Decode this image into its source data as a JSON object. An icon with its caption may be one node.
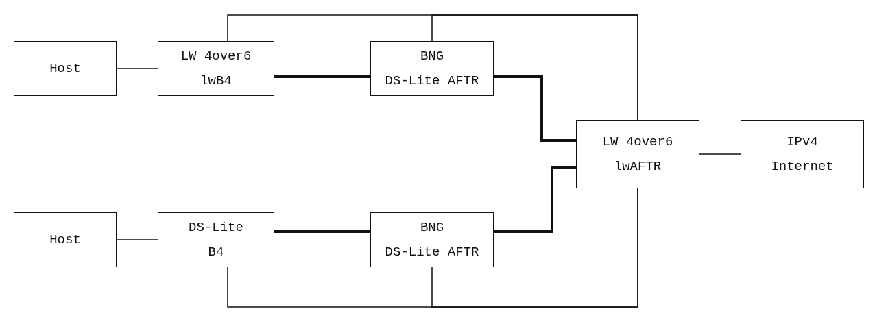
{
  "diagram": {
    "nodes": [
      {
        "text": [
          "Host"
        ]
      },
      {
        "text": [
          "LW 4over6",
          "lwB4"
        ]
      },
      {
        "text": [
          "BNG",
          "DS-Lite AFTR"
        ]
      },
      {
        "text": [
          "LW 4over6",
          "lwAFTR"
        ]
      },
      {
        "text": [
          "IPv4",
          "Internet"
        ]
      },
      {
        "text": [
          "Host"
        ]
      },
      {
        "text": [
          "DS-Lite",
          "B4"
        ]
      },
      {
        "text": [
          "BNG",
          "DS-Lite AFTR"
        ]
      }
    ],
    "edges": [
      {
        "from": 0,
        "to": 1,
        "arrow": "none"
      },
      {
        "from": 1,
        "to": 2,
        "arrow": "none",
        "style": "thick"
      },
      {
        "from": 2,
        "to": 3,
        "arrow": "none",
        "style": "thick"
      },
      {
        "from": 1,
        "to": 3,
        "arrow": "none"
      },
      {
        "from": 2,
        "to": 3,
        "arrow": "none"
      },
      {
        "from": 3,
        "to": 4,
        "arrow": "none"
      },
      {
        "from": 5,
        "to": 6,
        "arrow": "none"
      },
      {
        "from": 6,
        "to": 7,
        "arrow": "none",
        "style": "thick"
      },
      {
        "from": 7,
        "to": 3,
        "arrow": "none",
        "style": "thick"
      },
      {
        "from": 6,
        "to": 3,
        "arrow": "none"
      },
      {
        "from": 7,
        "to": 3,
        "arrow": "none"
      }
    ]
  }
}
